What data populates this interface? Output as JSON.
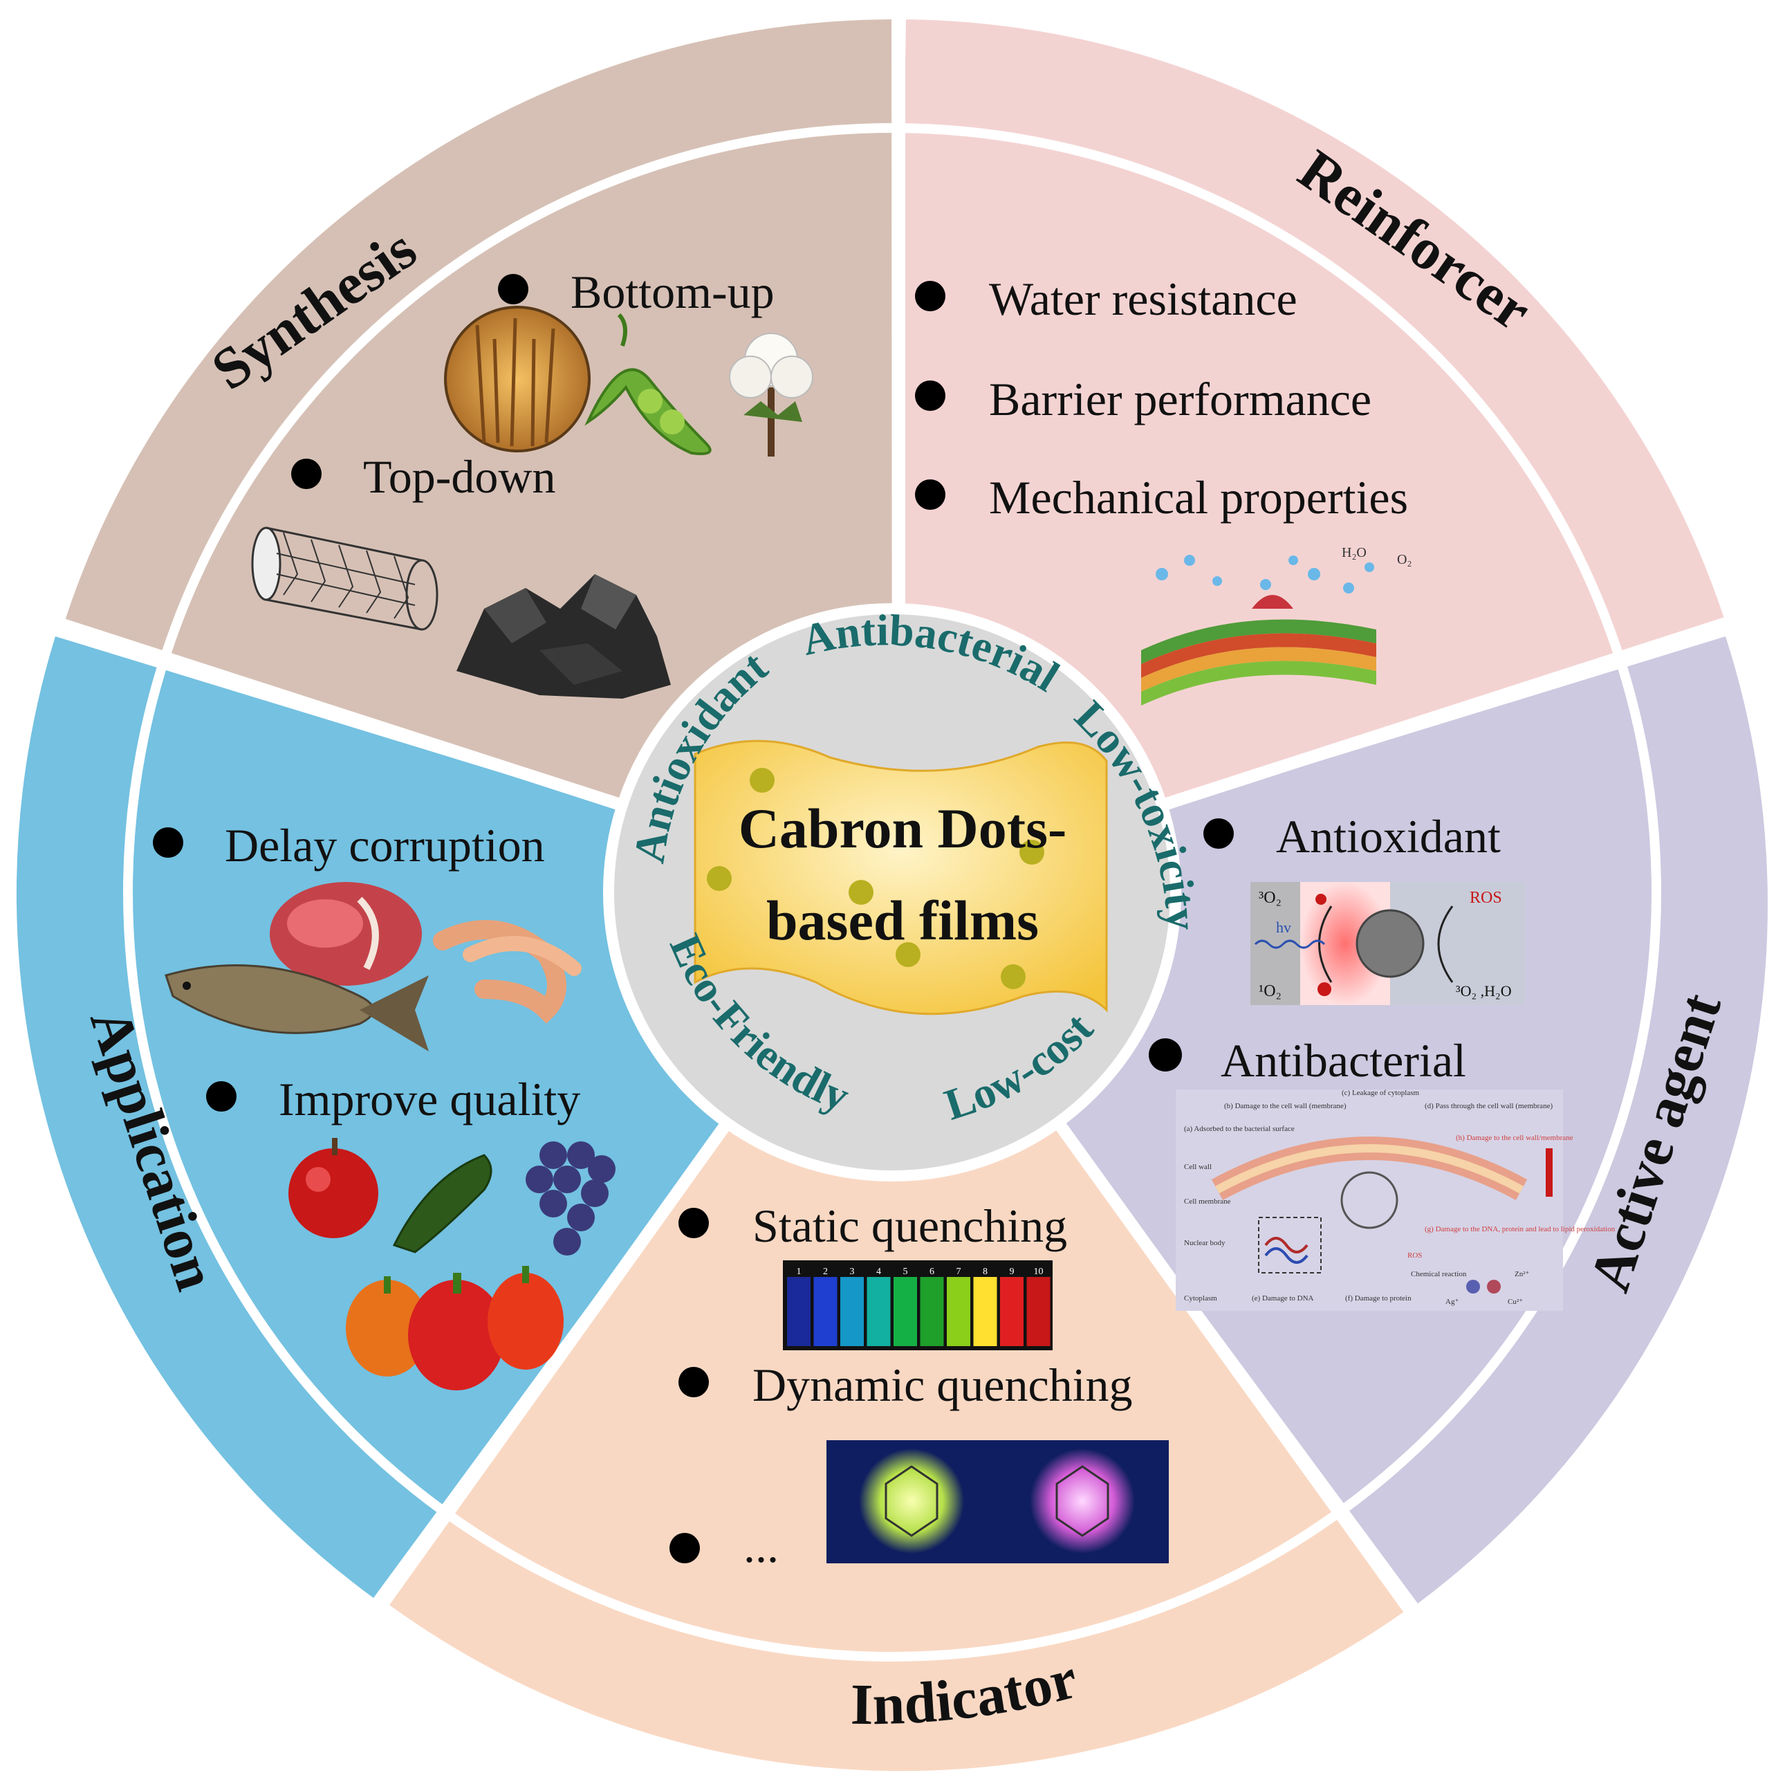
{
  "center": {
    "title_line1": "Cabron Dots-",
    "title_line2": "based films",
    "properties": [
      "Antibacterial",
      "Low-toxicity",
      "Low-cost",
      "Eco-Friendly",
      "Antioxidant"
    ]
  },
  "sections": {
    "synthesis": {
      "title": "Synthesis",
      "bullets": [
        "Bottom-up",
        "Top-down"
      ],
      "icons": [
        "wheat-image",
        "pea-pod-image",
        "cotton-image",
        "carbon-nanotube-image",
        "coal-image"
      ]
    },
    "reinforcer": {
      "title": "Reinforcer",
      "bullets": [
        "Water resistance",
        "Barrier performance",
        "Mechanical properties"
      ],
      "icons": [
        "layered-film-image"
      ],
      "image_labels": [
        "H₂O",
        "O₂"
      ]
    },
    "active_agent": {
      "title": "Active agent",
      "bullets": [
        "Antioxidant",
        "Antibacterial"
      ],
      "antioxidant_panel": {
        "labels": [
          "³O₂",
          "hv",
          "¹O₂",
          "ROS",
          "³O₂ ,H₂O"
        ]
      },
      "antibacterial_panel": {
        "labels": [
          "(c) Leakage of cytoplasm",
          "(b) Damage to the cell wall (membrane)",
          "(d) Pass through the cell wall (membrane)",
          "(a) Adsorbed to the bacterial surface",
          "(h) Damage to the cell wall/membrane",
          "Cell wall",
          "Cell membrane",
          "(g) Damage to the DNA, protein and lead to lipid peroxidation",
          "Nuclear body",
          "ROS",
          "Chemical reaction",
          "Cytoplasm",
          "(e) Damage to DNA",
          "(f) Damage to protein",
          "Ag⁺",
          "Cu²⁺",
          "Zn²⁺"
        ]
      }
    },
    "indicator": {
      "title": "Indicator",
      "bullets": [
        "Static quenching",
        "Dynamic quenching",
        "..."
      ],
      "vial_labels": [
        "1",
        "2",
        "3",
        "4",
        "5",
        "6",
        "7",
        "8",
        "9",
        "10"
      ],
      "vial_colors": [
        "#1a2a9a",
        "#1f3fd0",
        "#1598c8",
        "#12b0a0",
        "#15b045",
        "#1ea02a",
        "#8ccf1a",
        "#ffe030",
        "#e02020",
        "#c81818"
      ]
    },
    "application": {
      "title": "Application",
      "bullets": [
        "Delay corruption",
        "Improve quality"
      ],
      "icons": [
        "meat-image",
        "shrimp-image",
        "fish-image",
        "apple-image",
        "cucumber-image",
        "grapes-image",
        "pepper-image"
      ]
    }
  },
  "colors": {
    "synthesis": "#d6c0b5",
    "synthesis_inner": "#c9b1a4",
    "reinforcer": "#f3d3d2",
    "active_agent": "#ccc9e0",
    "indicator": "#f9d8c3",
    "application": "#74c1e1",
    "center_disc": "#d9d9d9",
    "ring_text": "#1a6b6b",
    "film": "#fcd15a"
  }
}
